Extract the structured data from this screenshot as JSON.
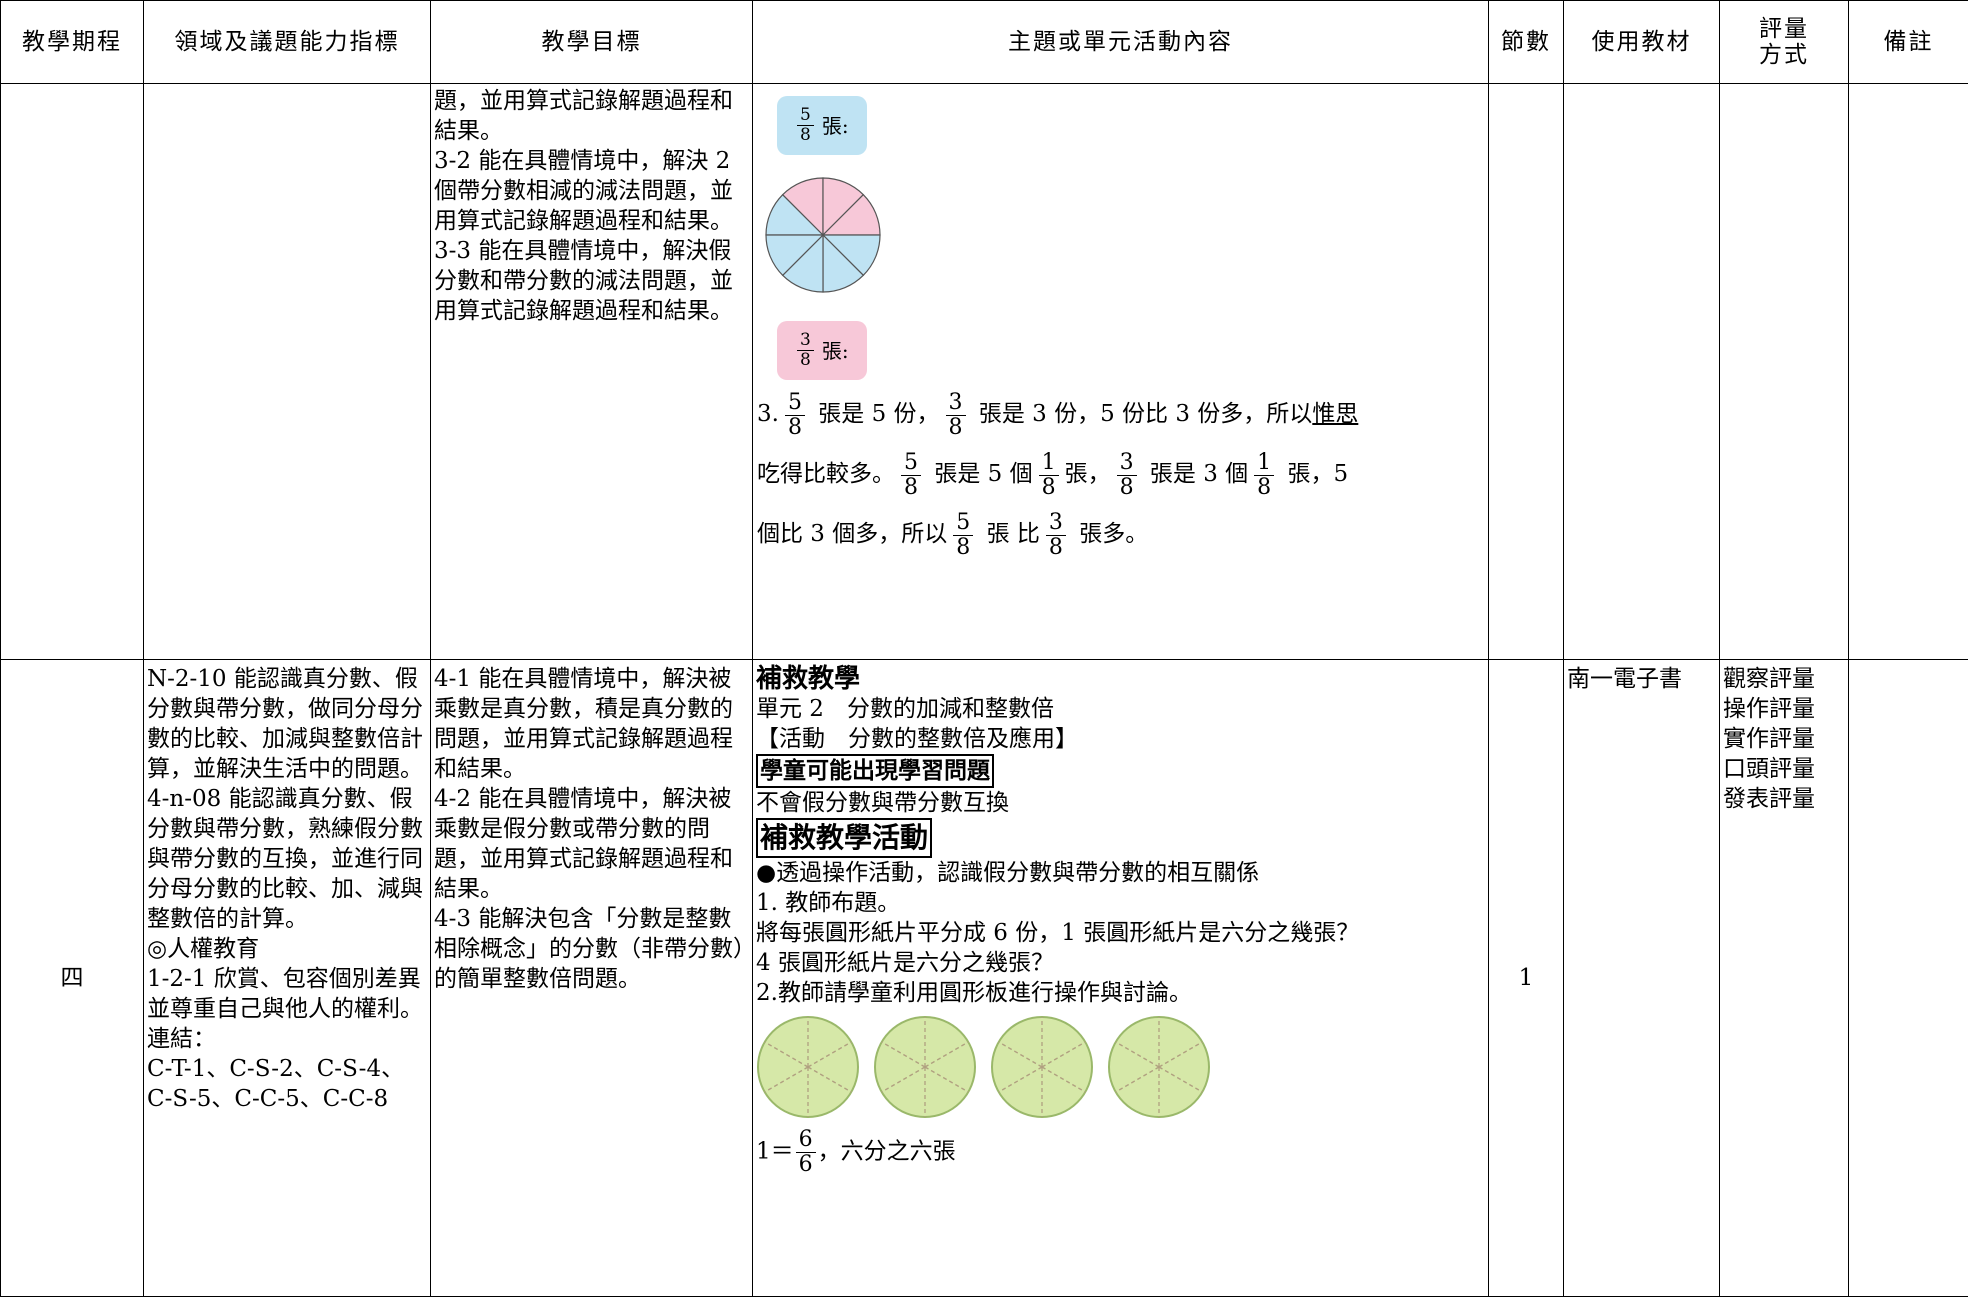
{
  "header": [
    "教學期程",
    "領域及議題能力指標",
    "教學目標",
    "主題或單元活動內容",
    "節數",
    "使用教材",
    "評量方式",
    "備註"
  ],
  "row1": {
    "objectives": [
      "題，並用算式記錄解題過程和結果。",
      "3-2 能在具體情境中，解決 2 個帶分數相減的減法問題，並用算式記錄解題過程和結果。",
      "3-3 能在具體情境中，解決假分數和帶分數的減法問題，並用算式記錄解題過程和結果。"
    ],
    "bubble_top": {
      "num": "5",
      "den": "8",
      "unit": "張:"
    },
    "bubble_bottom": {
      "num": "3",
      "den": "8",
      "unit": "張:"
    },
    "pie": {
      "slices": 8,
      "blue": 5,
      "pink": 3,
      "blue_color": "#bfe3f3",
      "pink_color": "#f7c8d8"
    },
    "text3": {
      "a1": "3.",
      "f1n": "5",
      "f1d": "8",
      "a2": "張是 5 份，",
      "f2n": "3",
      "f2d": "8",
      "a3": "張是 3 份，5 份比 3 份多，所以",
      "a4": "惟思",
      "b1": "吃得比較多。",
      "f3n": "5",
      "f3d": "8",
      "b2": "張是 5 個",
      "f4n": "1",
      "f4d": "8",
      "b3": "張，",
      "f5n": "3",
      "f5d": "8",
      "b4": "張是 3 個",
      "f6n": "1",
      "f6d": "8",
      "b5": "張，5",
      "c1": "個比 3 個多，所以",
      "f7n": "5",
      "f7d": "8",
      "c2": "張 比",
      "f8n": "3",
      "f8d": "8",
      "c3": "張多。"
    }
  },
  "row2": {
    "term": "四",
    "indicators": [
      "N-2-10 能認識真分數、假分數與帶分數，做同分母分數的比較、加減與整數倍計算，並解決生活中的問題。",
      "4-n-08 能認識真分數、假分數與帶分數，熟練假分數與帶分數的互換，並進行同分母分數的比較、加、減與整數倍的計算。",
      "◎人權教育",
      "1-2-1 欣賞、包容個別差異並尊重自己與他人的權利。",
      "連結：",
      "C-T-1、C-S-2、C-S-4、C-S-5、C-C-5、C-C-8"
    ],
    "objectives": [
      "4-1 能在具體情境中，解決被乘數是真分數，積是真分數的問題，並用算式記錄解題過程和結果。",
      "4-2 能在具體情境中，解決被乘數是假分數或帶分數的問題，並用算式記錄解題過程和結果。",
      "4-3 能解決包含「分數是整數相除概念」的分數（非帶分數）的簡單整數倍問題。"
    ],
    "content": {
      "title": "補救教學",
      "unit": "單元 2　分數的加減和整數倍",
      "activity": "【活動　分數的整數倍及應用】",
      "problem_box": "學童可能出現學習問題",
      "problem": "不會假分數與帶分數互換",
      "remedy_box": "補救教學活動",
      "l1": "●透過操作活動，認識假分數與帶分數的相互關係",
      "l2": "1. 教師布題。",
      "l3": "將每張圓形紙片平分成 6 份，1 張圓形紙片是六分之幾張？",
      "l4": "4 張圓形紙片是六分之幾張？",
      "l5": "2.教師請學童利用圓形板進行操作與討論。",
      "circles": 4,
      "circle_color": "#d6e8a8",
      "eq_pre": "1＝",
      "eq_n": "6",
      "eq_d": "6",
      "eq_post": "，六分之六張"
    },
    "sessions": "1",
    "material": "南一電子書",
    "assessment": [
      "觀察評量",
      "操作評量",
      "實作評量",
      "口頭評量",
      "發表評量"
    ],
    "note": ""
  }
}
